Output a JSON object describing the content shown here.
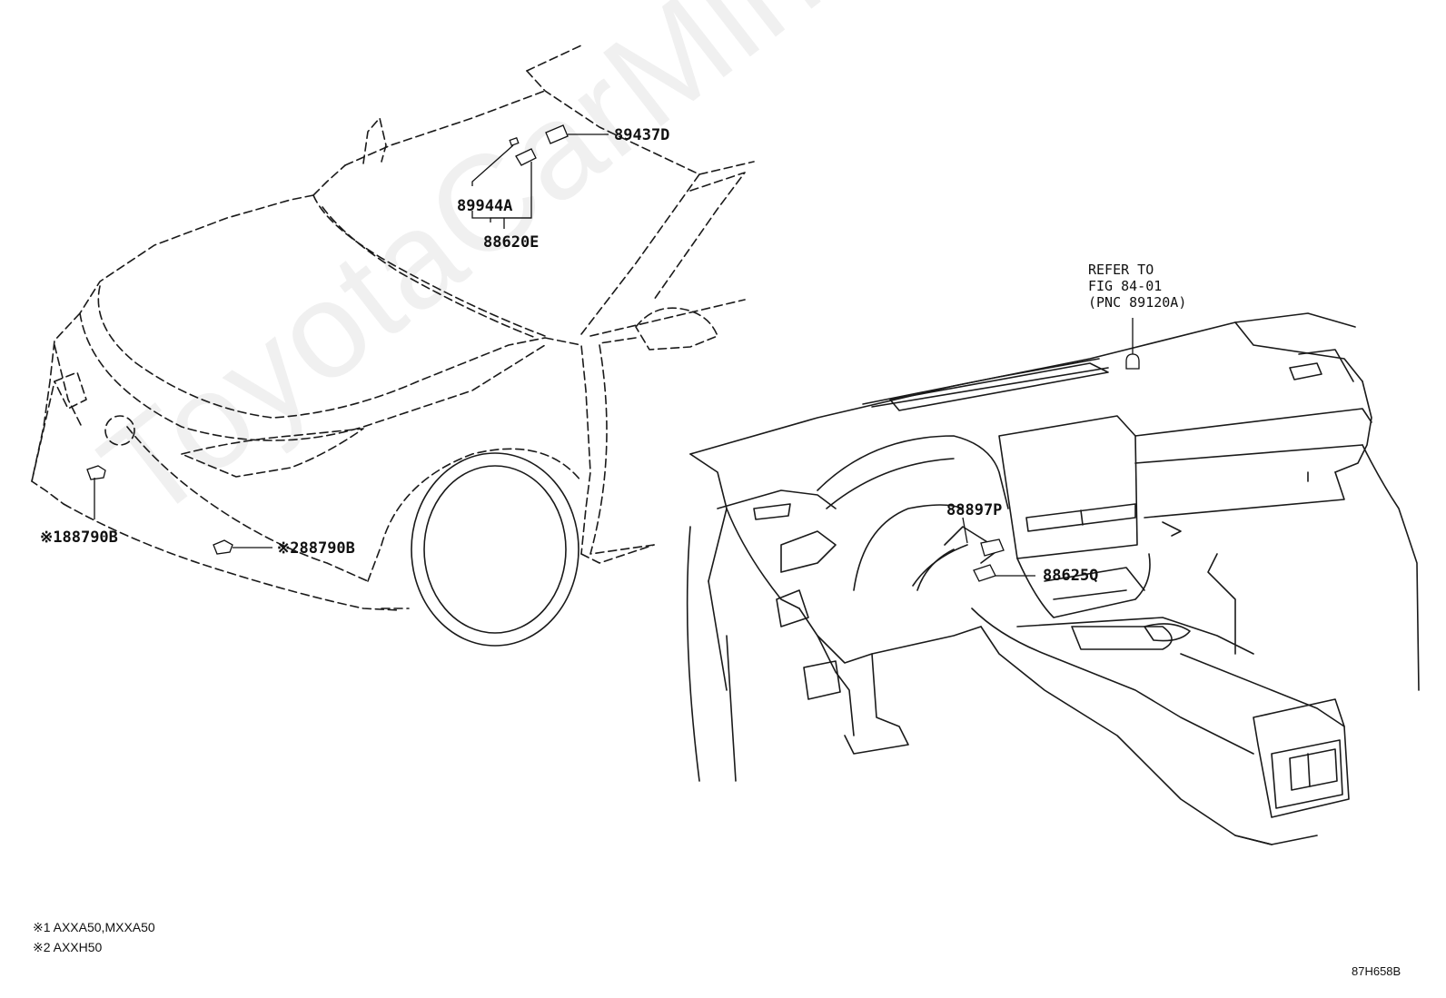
{
  "watermark": "ToyotaCarMine.ru",
  "callouts": {
    "p89437D": "89437D",
    "p89944A": "89944A",
    "p88620E": "88620E",
    "p88790B_1": "88790B",
    "p88790B_2": "88790B",
    "p88897P": "88897P",
    "p88625Q": "88625Q",
    "mark1": "※1",
    "mark2": "※2"
  },
  "refer": {
    "line1": "REFER TO",
    "line2": "FIG 84-01",
    "line3": "(PNC 89120A)"
  },
  "notes": [
    "※1 AXXA50,MXXA50",
    "※2 AXXH50"
  ],
  "figure_code": "87H658B"
}
